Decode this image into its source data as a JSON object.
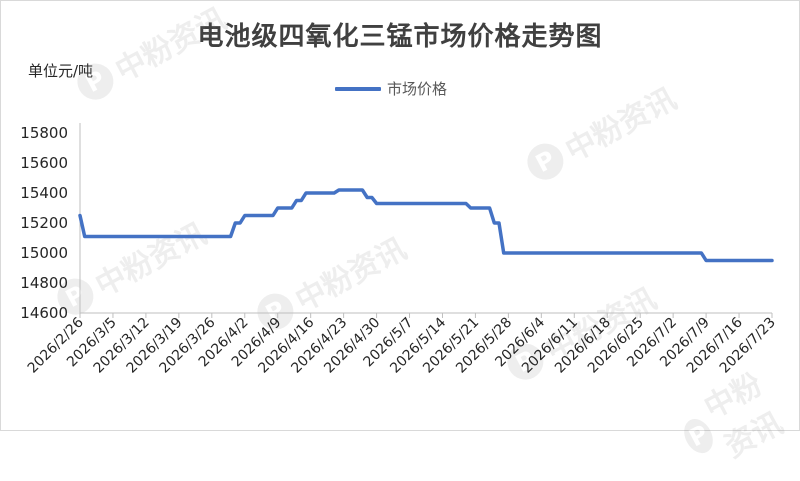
{
  "chart_data": {
    "type": "line",
    "title": "电池级四氧化三锰市场价格走势图",
    "ylabel": "单位元/吨",
    "xlabel": "",
    "ylim": [
      14600,
      15800
    ],
    "yticks": [
      14600,
      14800,
      15000,
      15200,
      15400,
      15600,
      15800
    ],
    "x_start": "2026/2/26",
    "x_end": "2026/7/23",
    "x_tick_labels": [
      "2026/2/26",
      "2026/3/5",
      "2026/3/12",
      "2026/3/19",
      "2026/3/26",
      "2026/4/2",
      "2026/4/9",
      "2026/4/16",
      "2026/4/23",
      "2026/4/30",
      "2026/5/7",
      "2026/5/14",
      "2026/5/21",
      "2026/5/28",
      "2026/6/4",
      "2026/6/11",
      "2026/6/18",
      "2026/6/25",
      "2026/7/2",
      "2026/7/9",
      "2026/7/16",
      "2026/7/23"
    ],
    "grid": false,
    "legend_position": "top",
    "series": [
      {
        "name": "市场价格",
        "color": "#4472C4",
        "points": [
          [
            "2026/2/26",
            15250
          ],
          [
            "2026/2/27",
            15110
          ],
          [
            "2026/3/30",
            15110
          ],
          [
            "2026/3/31",
            15200
          ],
          [
            "2026/4/1",
            15200
          ],
          [
            "2026/4/2",
            15250
          ],
          [
            "2026/4/8",
            15250
          ],
          [
            "2026/4/9",
            15300
          ],
          [
            "2026/4/12",
            15300
          ],
          [
            "2026/4/13",
            15350
          ],
          [
            "2026/4/14",
            15350
          ],
          [
            "2026/4/15",
            15400
          ],
          [
            "2026/4/21",
            15400
          ],
          [
            "2026/4/22",
            15420
          ],
          [
            "2026/4/27",
            15420
          ],
          [
            "2026/4/28",
            15370
          ],
          [
            "2026/4/29",
            15370
          ],
          [
            "2026/4/30",
            15330
          ],
          [
            "2026/5/19",
            15330
          ],
          [
            "2026/5/20",
            15300
          ],
          [
            "2026/5/24",
            15300
          ],
          [
            "2026/5/25",
            15200
          ],
          [
            "2026/5/26",
            15200
          ],
          [
            "2026/5/27",
            15000
          ],
          [
            "2026/7/8",
            15000
          ],
          [
            "2026/7/9",
            14950
          ],
          [
            "2026/7/23",
            14950
          ]
        ]
      }
    ]
  },
  "watermark": {
    "text": "中粉资讯",
    "logo_glyph": "P"
  }
}
